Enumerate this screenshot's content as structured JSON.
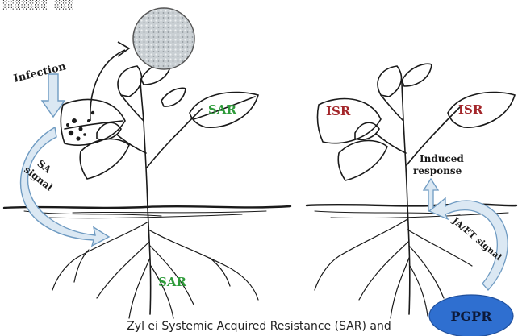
{
  "header_fragment": "░░░░░░░ ░░░",
  "left_panel": {
    "infection_label": "Infection",
    "sar_leaf_label": "SAR",
    "sar_root_label": "SAR",
    "signal_line1": "SA",
    "signal_line2": "signal"
  },
  "right_panel": {
    "isr_left_label": "ISR",
    "isr_right_label": "ISR",
    "response_line1": "Induced",
    "response_line2": "response",
    "signal_label": "JA/ET signal",
    "pgpr_label": "PGPR"
  },
  "caption": "Zyl ei Systemic Acquired Resistance (SAR) and",
  "colors": {
    "sar_green": "#2e9b3a",
    "isr_red": "#a3262a",
    "pgpr_blue": "#2f6fd0",
    "arrow_fill": "#dbe8f3",
    "arrow_stroke": "#6f9bc2",
    "line_black": "#1a1a1a"
  }
}
